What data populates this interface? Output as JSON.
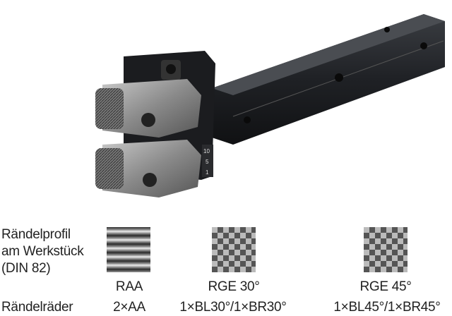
{
  "row_labels": {
    "profile": [
      "Rändelprofil",
      "am Werkstück",
      "(DIN 82)"
    ],
    "wheels": "Rändelräder"
  },
  "profiles": [
    {
      "name": "RAA",
      "wheels": "2×AA",
      "pattern": "straight"
    },
    {
      "name": "RGE 30°",
      "wheels": "1×BL30°/1×BR30°",
      "pattern": "diamond"
    },
    {
      "name": "RGE 45°",
      "wheels": "1×BL45°/1×BR45°",
      "pattern": "diamond"
    }
  ],
  "tool": {
    "scale_marks": [
      "10",
      "5",
      "1"
    ]
  }
}
